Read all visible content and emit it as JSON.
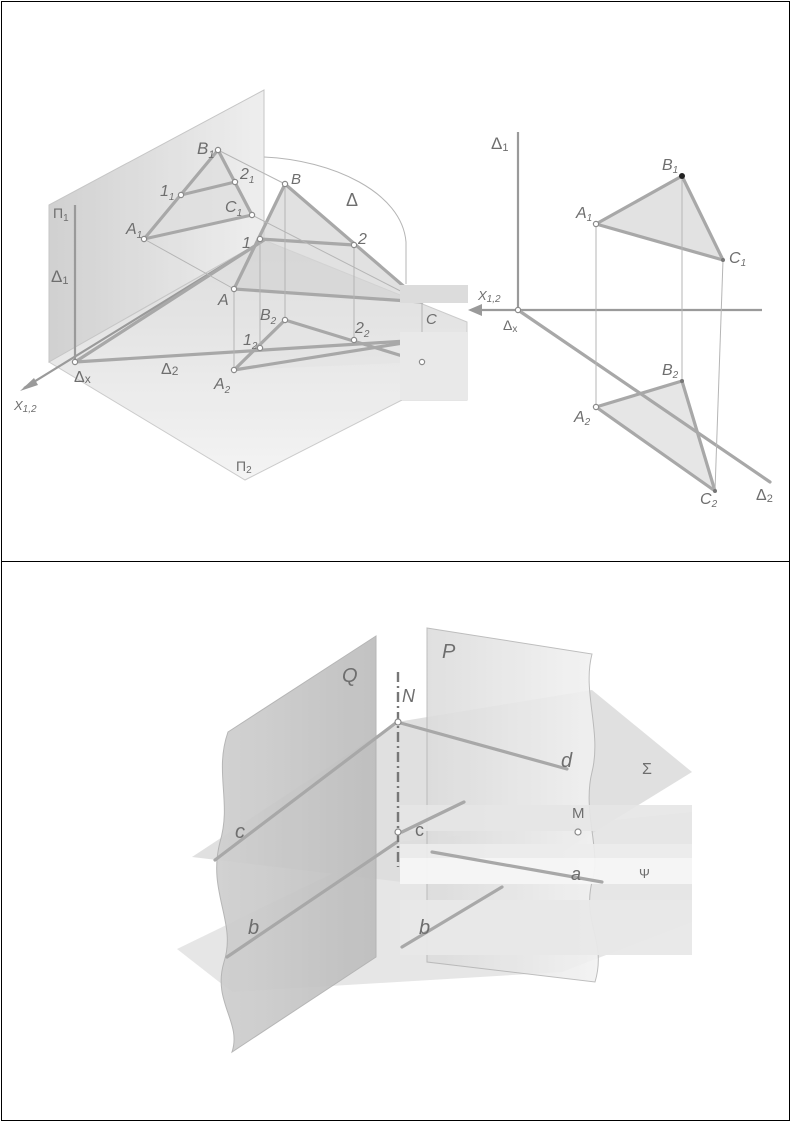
{
  "top_diagram": {
    "labels": {
      "B1": "B",
      "B1_sub": "1",
      "one1": "1",
      "one1_sub": "1",
      "two1": "2",
      "two1_sub": "1",
      "C1": "C",
      "C1_sub": "1",
      "A1": "A",
      "A1_sub": "1",
      "B": "B",
      "delta": "Δ",
      "one": "1",
      "two": "2",
      "A": "A",
      "C": "C",
      "B2": "B",
      "B2_sub": "2",
      "one2": "1",
      "one2_sub": "2",
      "two2": "2",
      "two2_sub": "2",
      "A2": "A",
      "A2_sub": "2",
      "pi1": "Π",
      "pi1_sub": "1",
      "delta1_left": "Δ",
      "delta1_left_sub": "1",
      "delta_x": "Δ",
      "delta_x_sub": "x",
      "delta2_left": "Δ",
      "delta2_left_sub": "2",
      "pi2": "Π",
      "pi2_sub": "2",
      "x12_left": "X",
      "x12_left_sub": "1,2"
    }
  },
  "epure": {
    "labels": {
      "delta1": "Δ",
      "delta1_sub": "1",
      "B1": "B",
      "B1_sub": "1",
      "A1": "A",
      "A1_sub": "1",
      "C1": "C",
      "C1_sub": "1",
      "x12": "X",
      "x12_sub": "1,2",
      "delta_x": "Δ",
      "delta_x_sub": "x",
      "B2": "B",
      "B2_sub": "2",
      "A2": "A",
      "A2_sub": "2",
      "C2": "C",
      "C2_sub": "2",
      "delta2": "Δ",
      "delta2_sub": "2"
    }
  },
  "bottom_diagram": {
    "labels": {
      "Q": "Q",
      "P": "P",
      "N": "N",
      "d": "d",
      "sigma": "Σ",
      "c_left": "c",
      "c_mid": "c",
      "M": "M",
      "a": "a",
      "psi": "Ψ",
      "b_left": "b",
      "b_mid": "b"
    }
  }
}
